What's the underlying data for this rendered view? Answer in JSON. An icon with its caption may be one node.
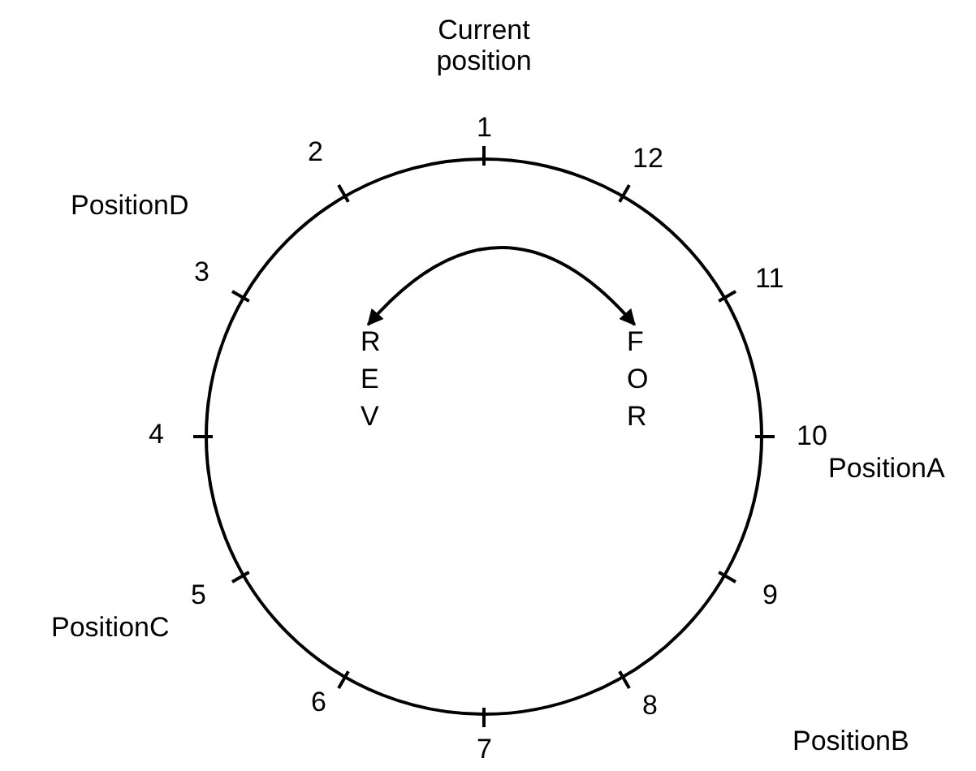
{
  "diagram": {
    "nodes": [
      {
        "text": [],
        "shape": "circle"
      },
      {
        "text": [
          "R E V"
        ],
        "in": 0
      },
      {
        "text": [
          "F O R"
        ],
        "in": 0
      }
    ],
    "edges": [
      {
        "from": 1,
        "to": 2,
        "arrow": "both"
      }
    ],
    "labels": [
      "Current position",
      "2",
      "1",
      "12",
      "PositionD",
      "3",
      "11",
      "4",
      "10",
      "PositionA",
      "5",
      "9",
      "PositionC",
      "6",
      "8",
      "7",
      "PositionB"
    ]
  }
}
